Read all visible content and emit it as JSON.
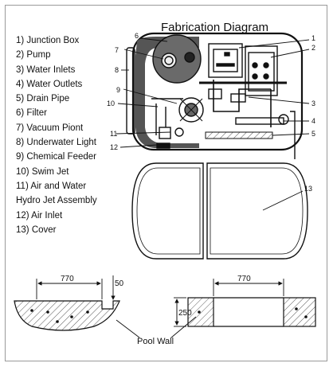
{
  "title": "Fabrication Diagram",
  "legend": [
    "1) Junction Box",
    "2) Pump",
    "3) Water Inlets",
    "4) Water Outlets",
    "5) Drain Pipe",
    "6) Filter",
    "7) Vacuum Piont",
    "8) Underwater Light",
    "9) Chemical Feeder",
    "10) Swim Jet",
    "11) Air and Water",
    "Hydro Jet Assembly",
    "12) Air Inlet",
    "13) Cover"
  ],
  "callouts": {
    "c1": "1",
    "c2": "2",
    "c3": "3",
    "c4": "4",
    "c5": "5",
    "c6": "6",
    "c7": "7",
    "c8": "8",
    "c9": "9",
    "c10": "10",
    "c11": "11",
    "c12": "12",
    "c13": "13"
  },
  "dimensions": {
    "left_width": "770",
    "left_step": "50",
    "right_width": "770",
    "right_depth": "250"
  },
  "pool_wall_label": "Pool Wall"
}
